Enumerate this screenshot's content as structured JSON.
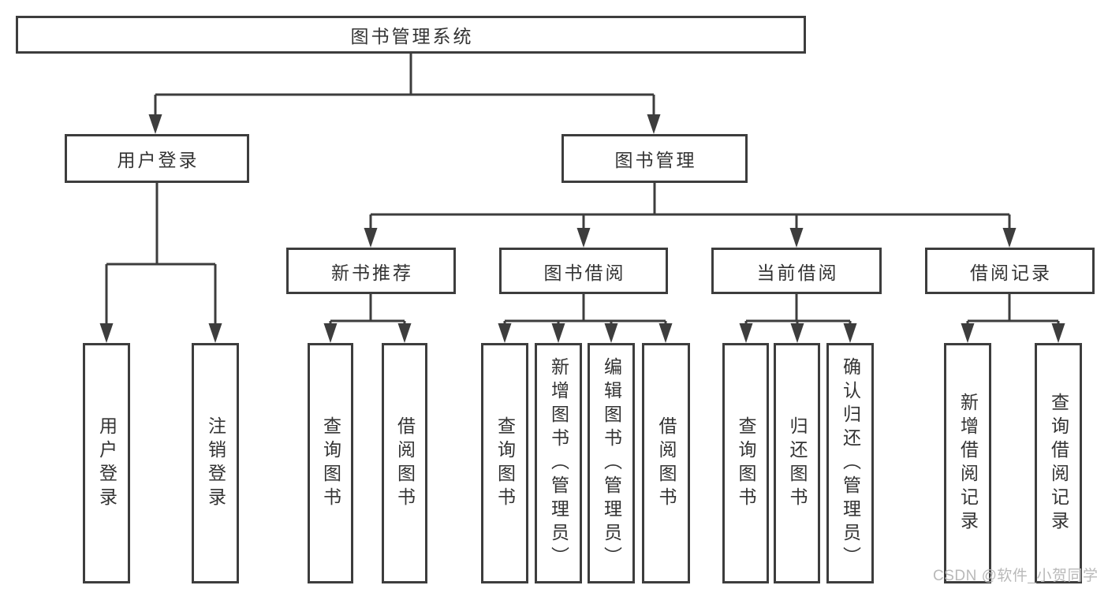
{
  "tree": {
    "root": {
      "label": "图书管理系统"
    },
    "login": {
      "label": "用户登录",
      "children": [
        {
          "label": "用户登录"
        },
        {
          "label": "注销登录"
        }
      ]
    },
    "management": {
      "label": "图书管理",
      "sections": [
        {
          "label": "新书推荐",
          "children": [
            {
              "label": "查询图书"
            },
            {
              "label": "借阅图书"
            }
          ]
        },
        {
          "label": "图书借阅",
          "children": [
            {
              "label": "查询图书"
            },
            {
              "label": "新增图书（管理员）"
            },
            {
              "label": "编辑图书（管理员）"
            },
            {
              "label": "借阅图书"
            }
          ]
        },
        {
          "label": "当前借阅",
          "children": [
            {
              "label": "查询图书"
            },
            {
              "label": "归还图书"
            },
            {
              "label": "确认归还（管理员）"
            }
          ]
        },
        {
          "label": "借阅记录",
          "children": [
            {
              "label": "新增借阅记录"
            },
            {
              "label": "查询借阅记录"
            }
          ]
        }
      ]
    }
  },
  "watermark": {
    "text": "CSDN @软件_小贺同学"
  },
  "colors": {
    "line": "#3d3d3d",
    "text": "#333333",
    "watermark": "#b9b9b9",
    "background": "#ffffff"
  }
}
